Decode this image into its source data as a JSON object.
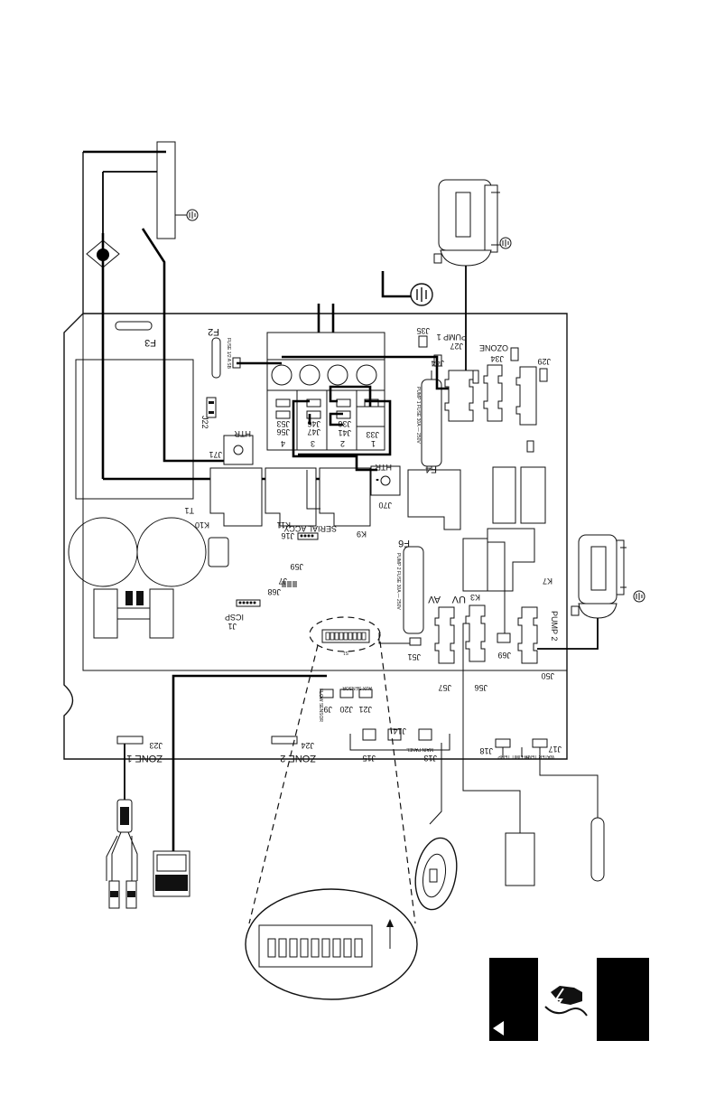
{
  "board": {
    "labels": {
      "f3": "F3",
      "f2": "F2",
      "f2_fuse": "FUSE 1/2 A SB",
      "j35": "J35",
      "j27": "J27",
      "pump1": "PUMP 1",
      "ozone": "OZONE",
      "j34": "J34",
      "j29": "J29",
      "j44": "J44",
      "j53": "J53",
      "j56": "J56",
      "j36": "J36",
      "j46": "J46",
      "j41": "J41",
      "j47": "J47",
      "j33": "J33",
      "t4": "4",
      "t3": "3",
      "t2": "2",
      "t1": "1",
      "htr_left": "HTR",
      "j71": "J71",
      "htr_right": "HTR",
      "j70": "J70",
      "f4": "F4",
      "pump_fuse1": "PUMP 1 FUSE 30A — 250V",
      "j22": "J22",
      "k10": "K10",
      "k11": "K11",
      "k9": "K9",
      "t1_transformer": "T1",
      "j16": "J16",
      "serial_accy": "SERIAL ACCY",
      "j59": "J59",
      "j7": "J7",
      "j68": "J68",
      "f6": "F6",
      "pump_fuse2": "PUMP 2 FUSE 30A — 250V",
      "k3": "K3",
      "k7": "K7",
      "av": "AV",
      "uv": "UV",
      "icsp": "ICSP",
      "j1": "J1",
      "s1": "S1",
      "j51": "J51",
      "j69": "J69",
      "pump2": "PUMP 2",
      "j57": "J57",
      "j56_lower": "J56",
      "j50": "J50",
      "j9": "J9",
      "j20": "J20",
      "j21": "J21",
      "aux_sensor": "AUX SENSOR",
      "flow_sensor": "FLOW SENSOR",
      "j23": "J23",
      "zone1": "ZONE 1",
      "j24": "J24",
      "zone2": "ZONE 2",
      "j15": "J15",
      "j14": "J14",
      "j13": "J13",
      "main_panel": "MAIN PANEL",
      "j18": "J18",
      "hi_limit_temp": "HI-LIMIT TEMP",
      "j17": "J17",
      "water_temp": "WATER TEMP"
    }
  },
  "warning": {
    "icon": "electric-shock-hazard-icon",
    "arrow": "warning-arrow-icon"
  }
}
